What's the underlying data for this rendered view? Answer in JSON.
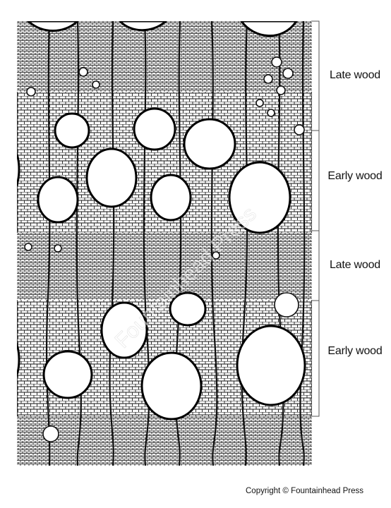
{
  "diagram": {
    "labels": [
      {
        "text": "Late wood"
      },
      {
        "text": "Early wood"
      },
      {
        "text": "Late wood"
      },
      {
        "text": "Early wood"
      }
    ],
    "watermark": "Fountainhead Press",
    "copyright": "Copyright © Fountainhead Press",
    "colors": {
      "ink": "#111111",
      "background": "#ffffff",
      "bracket": "#555555"
    }
  }
}
